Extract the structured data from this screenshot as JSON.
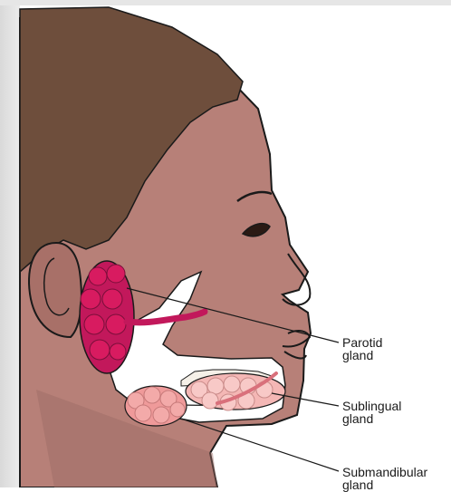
{
  "labels": {
    "parotid": "Parotid\ngland",
    "sublingual": "Sublingual\ngland",
    "submandibular": "Submandibular\ngland"
  },
  "colors": {
    "skin": "#b78078",
    "skin_shadow": "#9c6a63",
    "hair": "#6e4e3c",
    "parotid": "#c2185b",
    "sublingual": "#f4b7b5",
    "submandibular": "#ef9a9a",
    "outline": "#1a1a1a"
  }
}
